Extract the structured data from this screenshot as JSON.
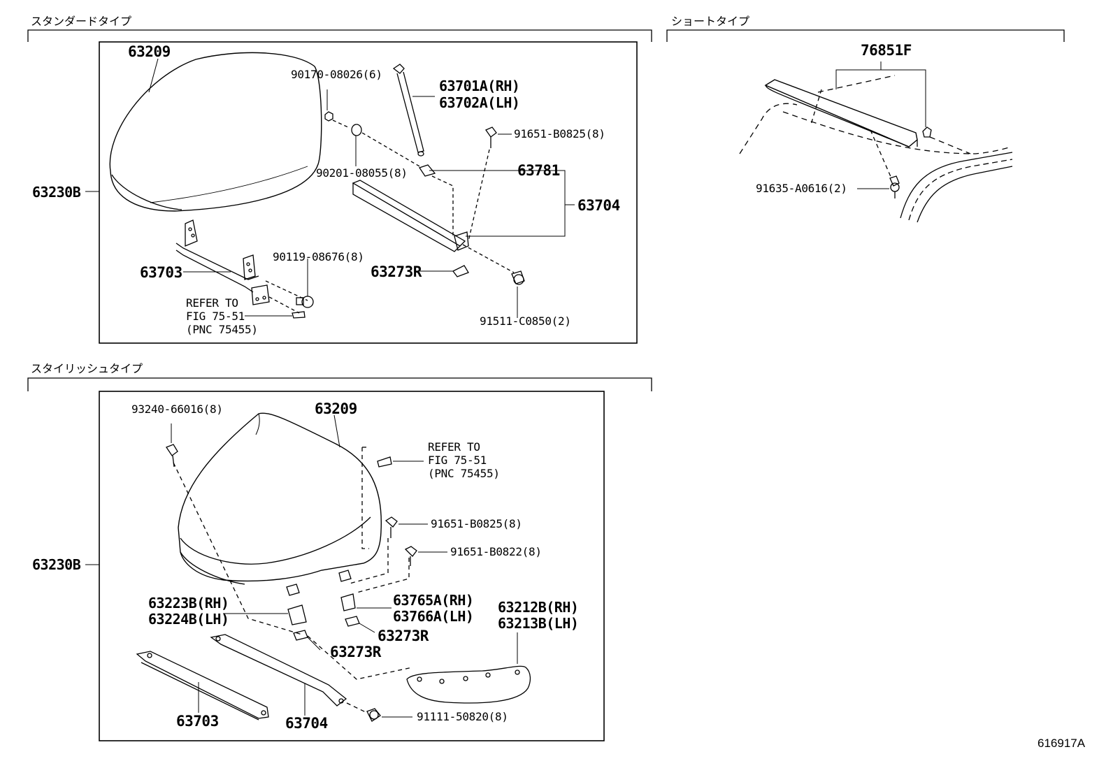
{
  "sections": {
    "standard": "スタンダードタイプ",
    "short": "ショートタイプ",
    "stylish": "スタイリッシュタイプ"
  },
  "standard": {
    "p63209": "63209",
    "p63230B": "63230B",
    "p90170": "90170-08026(6)",
    "p63701A": "63701A(RH)",
    "p63702A": "63702A(LH)",
    "p91651": "91651-B0825(8)",
    "p90201": "90201-08055(8)",
    "p63781": "63781",
    "p63704": "63704",
    "p63703": "63703",
    "p90119": "90119-08676(8)",
    "p63273R": "63273R",
    "refer1": "REFER TO",
    "refer2": "FIG 75-51",
    "refer3": "(PNC 75455)",
    "p91511": "91511-C0850(2)"
  },
  "short": {
    "p76851F": "76851F",
    "p91635": "91635-A0616(2)"
  },
  "stylish": {
    "p93240": "93240-66016(8)",
    "p63209": "63209",
    "refer1": "REFER TO",
    "refer2": "FIG 75-51",
    "refer3": "(PNC 75455)",
    "p63230B": "63230B",
    "p91651a": "91651-B0825(8)",
    "p91651b": "91651-B0822(8)",
    "p63223B": "63223B(RH)",
    "p63224B": "63224B(LH)",
    "p63765A": "63765A(RH)",
    "p63766A": "63766A(LH)",
    "p63212B": "63212B(RH)",
    "p63213B": "63213B(LH)",
    "p63273Ra": "63273R",
    "p63273Rb": "63273R",
    "p63703": "63703",
    "p63704": "63704",
    "p91111": "91111-50820(8)"
  },
  "footer": {
    "figure_id": "616917A"
  }
}
